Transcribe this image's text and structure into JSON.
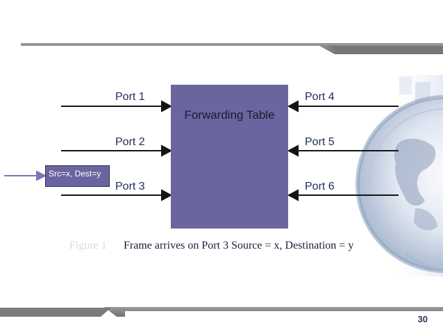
{
  "diagram": {
    "table_label": "Forwarding Table",
    "ports": {
      "port1": "Port 1",
      "port2": "Port 2",
      "port3": "Port 3",
      "port4": "Port 4",
      "port5": "Port 5",
      "port6": "Port 6"
    },
    "frame_label": "Src=x, Dest=y",
    "caption_faded": "Figure 1",
    "caption": "Frame arrives on Port 3 Source = x, Destination = y"
  },
  "slide": {
    "page_number": "30"
  },
  "colors": {
    "table_fill": "#6b659f",
    "arrow": "#141414",
    "incoming_arrow": "#7a78b8",
    "band": "#8a8a8a"
  }
}
